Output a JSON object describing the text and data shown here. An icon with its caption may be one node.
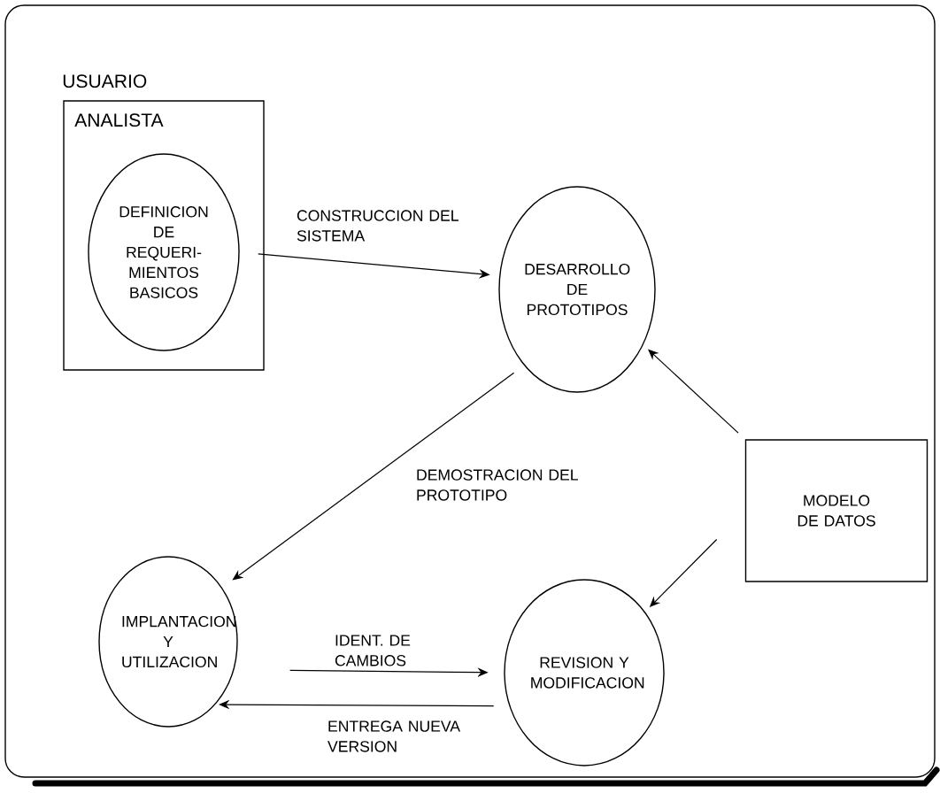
{
  "diagram": {
    "nodes": [
      {
        "text": [
          "USUARIO"
        ]
      },
      {
        "text": [
          "ANALISTA"
        ],
        "in": 0
      },
      {
        "text": [
          "DEFINICION DE REQUERI-MIENTOS BASICOS"
        ],
        "in": 1
      },
      {
        "text": [
          "DESARROLLO DE PROTOTIPOS"
        ],
        "in": 0
      },
      {
        "text": [
          "MODELO DE DATOS"
        ],
        "in": 0
      },
      {
        "text": [
          "IMPLANTACION Y UTILIZACION"
        ],
        "in": 0
      },
      {
        "text": [
          "REVISION Y MODIFICACION"
        ],
        "in": 0
      }
    ],
    "edges": [
      {
        "from": 2,
        "to": 3,
        "arrow": "to",
        "label": "CONSTRUCCION DEL SISTEMA"
      },
      {
        "from": 3,
        "to": 5,
        "arrow": "to",
        "label": "DEMOSTRACION DEL PROTOTIPO"
      },
      {
        "from": 5,
        "to": 6,
        "arrow": "to",
        "label": "IDENT. DE CAMBIOS"
      },
      {
        "from": 6,
        "to": 5,
        "arrow": "to",
        "label": "ENTREGA NUEVA VERSION"
      },
      {
        "from": 4,
        "to": 3,
        "arrow": "to"
      },
      {
        "from": 4,
        "to": 6,
        "arrow": "to"
      }
    ]
  }
}
